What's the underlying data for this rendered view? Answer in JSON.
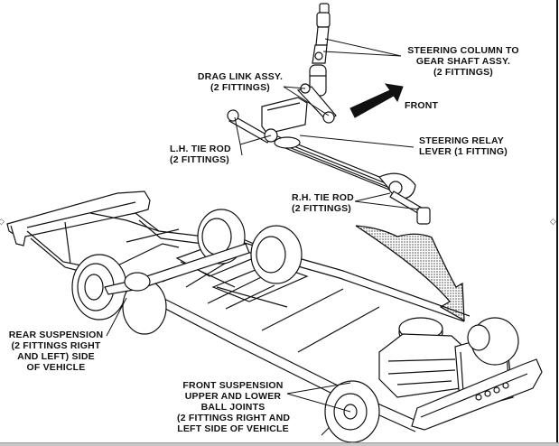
{
  "diagram": {
    "title": "Chassis lubrication points",
    "callouts": {
      "steering_column": [
        "STEERING COLUMN TO",
        "GEAR SHAFT ASSY.",
        "(2 FITTINGS)"
      ],
      "drag_link": [
        "DRAG LINK ASSY.",
        "(2 FITTINGS)"
      ],
      "front_arrow": "FRONT",
      "lh_tie_rod": [
        "L.H. TIE ROD",
        "(2 FITTINGS)"
      ],
      "steering_relay": [
        "STEERING RELAY",
        "LEVER (1 FITTING)"
      ],
      "rh_tie_rod": [
        "R.H. TIE ROD",
        "(2 FITTINGS)"
      ],
      "rear_suspension": [
        "REAR SUSPENSION",
        "(2 FITTINGS RIGHT",
        "AND LEFT) SIDE",
        "OF VEHICLE"
      ],
      "front_suspension": [
        "FRONT SUSPENSION",
        "UPPER AND LOWER",
        "BALL JOINTS",
        "(2 FITTINGS RIGHT AND",
        "LEFT SIDE OF VEHICLE"
      ]
    },
    "colors": {
      "ink": "#111111",
      "background": "#ffffff",
      "stipple": "#9a9a9a"
    }
  }
}
